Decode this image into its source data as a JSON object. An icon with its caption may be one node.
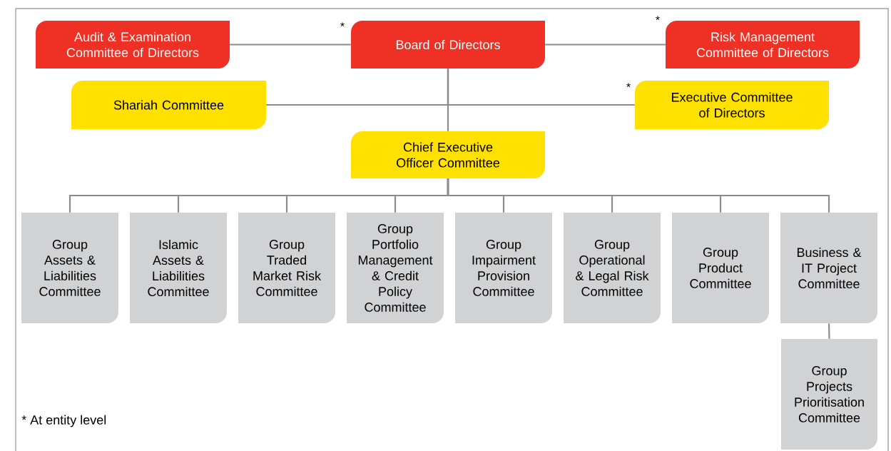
{
  "diagram": {
    "nodes": [
      {
        "text": [
          "Audit & Examination Committee of Directors"
        ]
      },
      {
        "text": [
          "Board of Directors"
        ],
        "beside": [
          "*"
        ]
      },
      {
        "text": [
          "Risk Management Committee of Directors"
        ],
        "beside": [
          "*"
        ]
      },
      {
        "text": [
          "Shariah Committee"
        ]
      },
      {
        "text": [
          "Executive Committee of Directors"
        ],
        "beside": [
          "*"
        ]
      },
      {
        "text": [
          "Chief Executive Officer Committee"
        ]
      },
      {
        "text": [
          "Group Assets & Liabilities Committee"
        ]
      },
      {
        "text": [
          "Islamic Assets & Liabilities Committee"
        ]
      },
      {
        "text": [
          "Group Traded Market Risk Committee"
        ]
      },
      {
        "text": [
          "Group Portfolio Management & Credit Policy Committee"
        ]
      },
      {
        "text": [
          "Group Impairment Provision Committee"
        ]
      },
      {
        "text": [
          "Group Operational & Legal Risk Committee"
        ]
      },
      {
        "text": [
          "Group Product Committee"
        ]
      },
      {
        "text": [
          "Business & IT Project Committee"
        ]
      },
      {
        "text": [
          "Group Projects Prioritisation Committee"
        ]
      }
    ],
    "edges": [
      {
        "from": 1,
        "to": 0,
        "arrow": "none"
      },
      {
        "from": 1,
        "to": 2,
        "arrow": "none"
      },
      {
        "from": 1,
        "to": 3,
        "arrow": "none"
      },
      {
        "from": 1,
        "to": 4,
        "arrow": "none"
      },
      {
        "from": 1,
        "to": 5,
        "arrow": "none"
      },
      {
        "from": 5,
        "to": 6,
        "arrow": "none"
      },
      {
        "from": 5,
        "to": 7,
        "arrow": "none"
      },
      {
        "from": 5,
        "to": 8,
        "arrow": "none"
      },
      {
        "from": 5,
        "to": 9,
        "arrow": "none"
      },
      {
        "from": 5,
        "to": 10,
        "arrow": "none"
      },
      {
        "from": 5,
        "to": 11,
        "arrow": "none"
      },
      {
        "from": 5,
        "to": 12,
        "arrow": "none"
      },
      {
        "from": 5,
        "to": 13,
        "arrow": "none"
      },
      {
        "from": 13,
        "to": 14,
        "arrow": "none"
      }
    ],
    "labels": [
      "* At entity level"
    ]
  }
}
